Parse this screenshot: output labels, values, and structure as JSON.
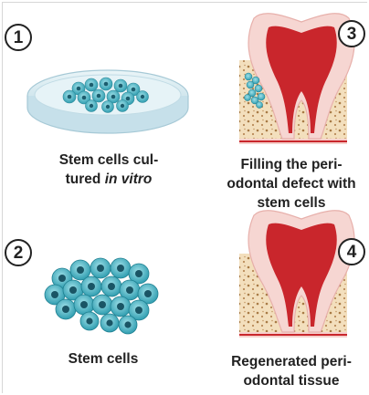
{
  "steps": [
    {
      "number": "1",
      "caption_lines": [
        "Stem cells cul-"
      ],
      "caption_prefix": "tured ",
      "caption_italic": "in vitro"
    },
    {
      "number": "2",
      "caption_lines": [
        "Stem cells"
      ]
    },
    {
      "number": "3",
      "caption_lines": [
        "Filling the peri-",
        "odontal defect with",
        "stem cells"
      ]
    },
    {
      "number": "4",
      "caption_lines": [
        "Regenerated peri-",
        "odontal tissue"
      ]
    }
  ],
  "colors": {
    "dish": "#cfe6ee",
    "cell": "#47b8c6",
    "nucleus": "#1c5d6e",
    "tissue": "#f1dcb7",
    "tooth_outer": "#f6d6d2",
    "pulp": "#c9262c",
    "outline": "#222222"
  }
}
